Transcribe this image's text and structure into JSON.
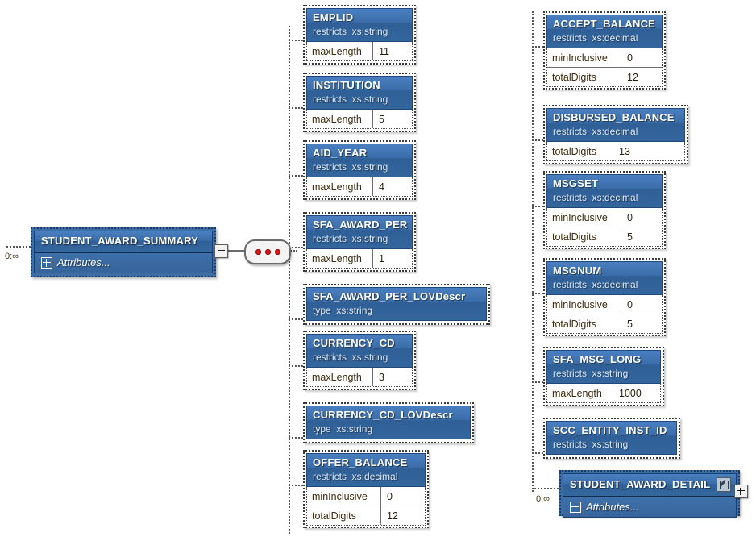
{
  "diagram": {
    "title": "STUDENT_AWARD_SUMMARY XSD schema diagram",
    "accent_color": "#3a6da8",
    "sequence_dot_color": "#d81717"
  },
  "root": {
    "name": "STUDENT_AWARD_SUMMARY",
    "attributes_label": "Attributes...",
    "cardinality": "0:∞",
    "collapse_glyph": "minus",
    "icons": {
      "attributes": "plus-box-icon",
      "collapse": "collapse-minus-icon"
    }
  },
  "compositor": {
    "kind": "sequence",
    "dots": 3
  },
  "column_one": [
    {
      "name": "EMPLID",
      "relation": "restricts",
      "type": "xs:string",
      "facets": [
        {
          "key": "maxLength",
          "value": "11"
        }
      ]
    },
    {
      "name": "INSTITUTION",
      "relation": "restricts",
      "type": "xs:string",
      "facets": [
        {
          "key": "maxLength",
          "value": "5"
        }
      ]
    },
    {
      "name": "AID_YEAR",
      "relation": "restricts",
      "type": "xs:string",
      "facets": [
        {
          "key": "maxLength",
          "value": "4"
        }
      ]
    },
    {
      "name": "SFA_AWARD_PER",
      "relation": "restricts",
      "type": "xs:string",
      "facets": [
        {
          "key": "maxLength",
          "value": "1"
        }
      ]
    },
    {
      "name": "SFA_AWARD_PER_LOVDescr",
      "relation": "type",
      "type": "xs:string",
      "facets": []
    },
    {
      "name": "CURRENCY_CD",
      "relation": "restricts",
      "type": "xs:string",
      "facets": [
        {
          "key": "maxLength",
          "value": "3"
        }
      ]
    },
    {
      "name": "CURRENCY_CD_LOVDescr",
      "relation": "type",
      "type": "xs:string",
      "facets": []
    },
    {
      "name": "OFFER_BALANCE",
      "relation": "restricts",
      "type": "xs:decimal",
      "facets": [
        {
          "key": "minInclusive",
          "value": "0"
        },
        {
          "key": "totalDigits",
          "value": "12"
        }
      ]
    }
  ],
  "column_two": [
    {
      "name": "ACCEPT_BALANCE",
      "relation": "restricts",
      "type": "xs:decimal",
      "facets": [
        {
          "key": "minInclusive",
          "value": "0"
        },
        {
          "key": "totalDigits",
          "value": "12"
        }
      ]
    },
    {
      "name": "DISBURSED_BALANCE",
      "relation": "restricts",
      "type": "xs:decimal",
      "facets": [
        {
          "key": "totalDigits",
          "value": "13"
        }
      ]
    },
    {
      "name": "MSGSET",
      "relation": "restricts",
      "type": "xs:decimal",
      "facets": [
        {
          "key": "minInclusive",
          "value": "0"
        },
        {
          "key": "totalDigits",
          "value": "5"
        }
      ]
    },
    {
      "name": "MSGNUM",
      "relation": "restricts",
      "type": "xs:decimal",
      "facets": [
        {
          "key": "minInclusive",
          "value": "0"
        },
        {
          "key": "totalDigits",
          "value": "5"
        }
      ]
    },
    {
      "name": "SFA_MSG_LONG",
      "relation": "restricts",
      "type": "xs:string",
      "facets": [
        {
          "key": "maxLength",
          "value": "1000"
        }
      ]
    },
    {
      "name": "SCC_ENTITY_INST_ID",
      "relation": "restricts",
      "type": "xs:string",
      "facets": []
    }
  ],
  "child_element": {
    "name": "STUDENT_AWARD_DETAIL",
    "attributes_label": "Attributes...",
    "cardinality": "0:∞",
    "expand_glyph": "plus",
    "icons": {
      "reference": "external-reference-icon",
      "attributes": "plus-box-icon",
      "expand": "expand-plus-icon"
    }
  }
}
